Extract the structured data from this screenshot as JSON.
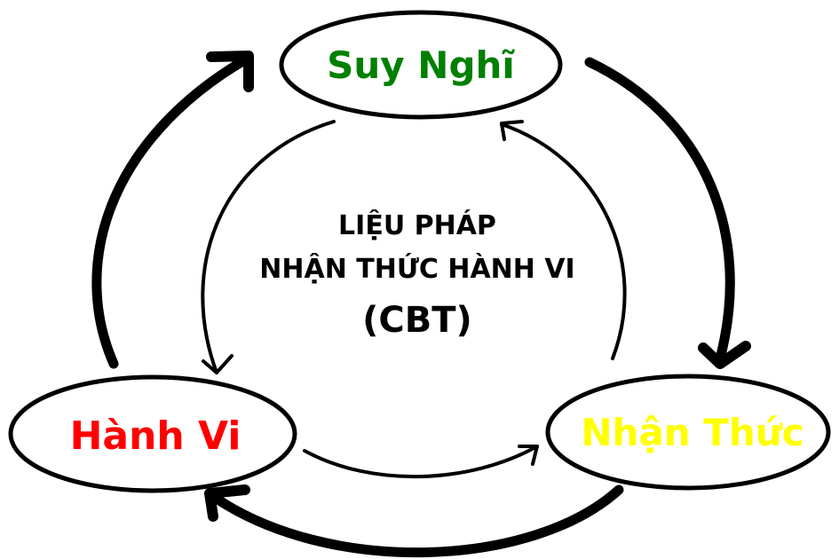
{
  "diagram": {
    "title_lines": [
      "LIỆU PHÁP",
      "NHẬN THỨC HÀNH VI",
      "(CBT)"
    ],
    "nodes": [
      {
        "id": "thoughts",
        "label": "Suy Nghĩ",
        "color": "#008000"
      },
      {
        "id": "behavior",
        "label": "Hành Vi",
        "color": "#ff0000"
      },
      {
        "id": "cognition",
        "label": "Nhận Thức",
        "color": "#ffff00"
      }
    ],
    "edges": [
      {
        "from": "Hành Vi",
        "to": "Suy Nghĩ",
        "style": "thick",
        "ring": "outer"
      },
      {
        "from": "Suy Nghĩ",
        "to": "Nhận Thức",
        "style": "thick",
        "ring": "outer"
      },
      {
        "from": "Nhận Thức",
        "to": "Hành Vi",
        "style": "thick",
        "ring": "outer"
      },
      {
        "from": "Suy Nghĩ",
        "to": "Hành Vi",
        "style": "thin",
        "ring": "inner"
      },
      {
        "from": "Hành Vi",
        "to": "Nhận Thức",
        "style": "thin",
        "ring": "inner"
      },
      {
        "from": "Nhận Thức",
        "to": "Suy Nghĩ",
        "style": "thin",
        "ring": "inner"
      }
    ]
  }
}
